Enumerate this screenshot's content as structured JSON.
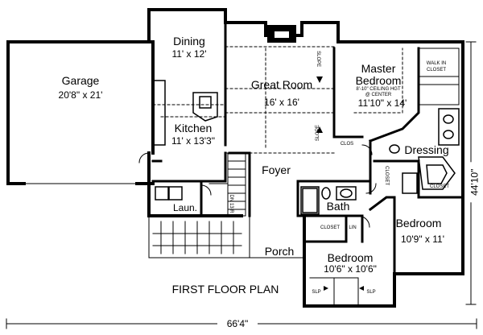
{
  "title": "FIRST FLOOR PLAN",
  "dimensions": {
    "width": "66'4\"",
    "depth": "44'10\""
  },
  "rooms": {
    "garage": {
      "name": "Garage",
      "size": "20'8\" x 21'"
    },
    "dining": {
      "name": "Dining",
      "size": "11' x 12'"
    },
    "great": {
      "name": "Great Room",
      "size": "16' x 16'"
    },
    "master": {
      "name": "Master",
      "name2": "Bedroom",
      "note": "8'-10\" CEILING HGT",
      "note2": "@ CENTER",
      "size": "11'10\" x 14'"
    },
    "kitchen": {
      "name": "Kitchen",
      "size": "11' x 13'3\""
    },
    "foyer": {
      "name": "Foyer"
    },
    "dressing": {
      "name": "Dressing"
    },
    "laundry": {
      "name": "Laun."
    },
    "bath": {
      "name": "Bath"
    },
    "bedroom2": {
      "name": "Bedroom",
      "size": "10'9\" x 11'"
    },
    "porch": {
      "name": "Porch"
    },
    "bedroom3": {
      "name": "Bedroom",
      "size": "10'6\" x 10'6\""
    }
  },
  "small_labels": {
    "walk_in": "WALK IN",
    "walk_in2": "CLOSET",
    "clos": "CLOS",
    "closet_dress": "CLOSET",
    "closet_bed2": "CLOSET",
    "closet_bed3": "CLOSET",
    "lin": "LIN",
    "slope1": "SLOPE",
    "slope2": "SLOPE",
    "dn": "DN 13 R",
    "slp1": "SLP",
    "slp2": "SLP"
  }
}
